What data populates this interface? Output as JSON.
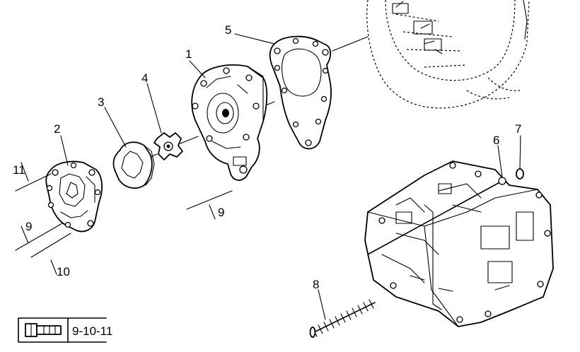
{
  "diagram": {
    "callouts": [
      {
        "id": "c1",
        "text": "1"
      },
      {
        "id": "c2",
        "text": "2"
      },
      {
        "id": "c3",
        "text": "3"
      },
      {
        "id": "c4",
        "text": "4"
      },
      {
        "id": "c5",
        "text": "5"
      },
      {
        "id": "c6",
        "text": "6"
      },
      {
        "id": "c7",
        "text": "7"
      },
      {
        "id": "c8",
        "text": "8"
      }
    ],
    "refs": [
      {
        "id": "r11",
        "text": "11"
      },
      {
        "id": "r9a",
        "text": "9"
      },
      {
        "id": "r9b",
        "text": "9"
      },
      {
        "id": "r10",
        "text": "10"
      }
    ],
    "legend": {
      "icon": "bolt-icon",
      "code": "9-10-11"
    }
  }
}
